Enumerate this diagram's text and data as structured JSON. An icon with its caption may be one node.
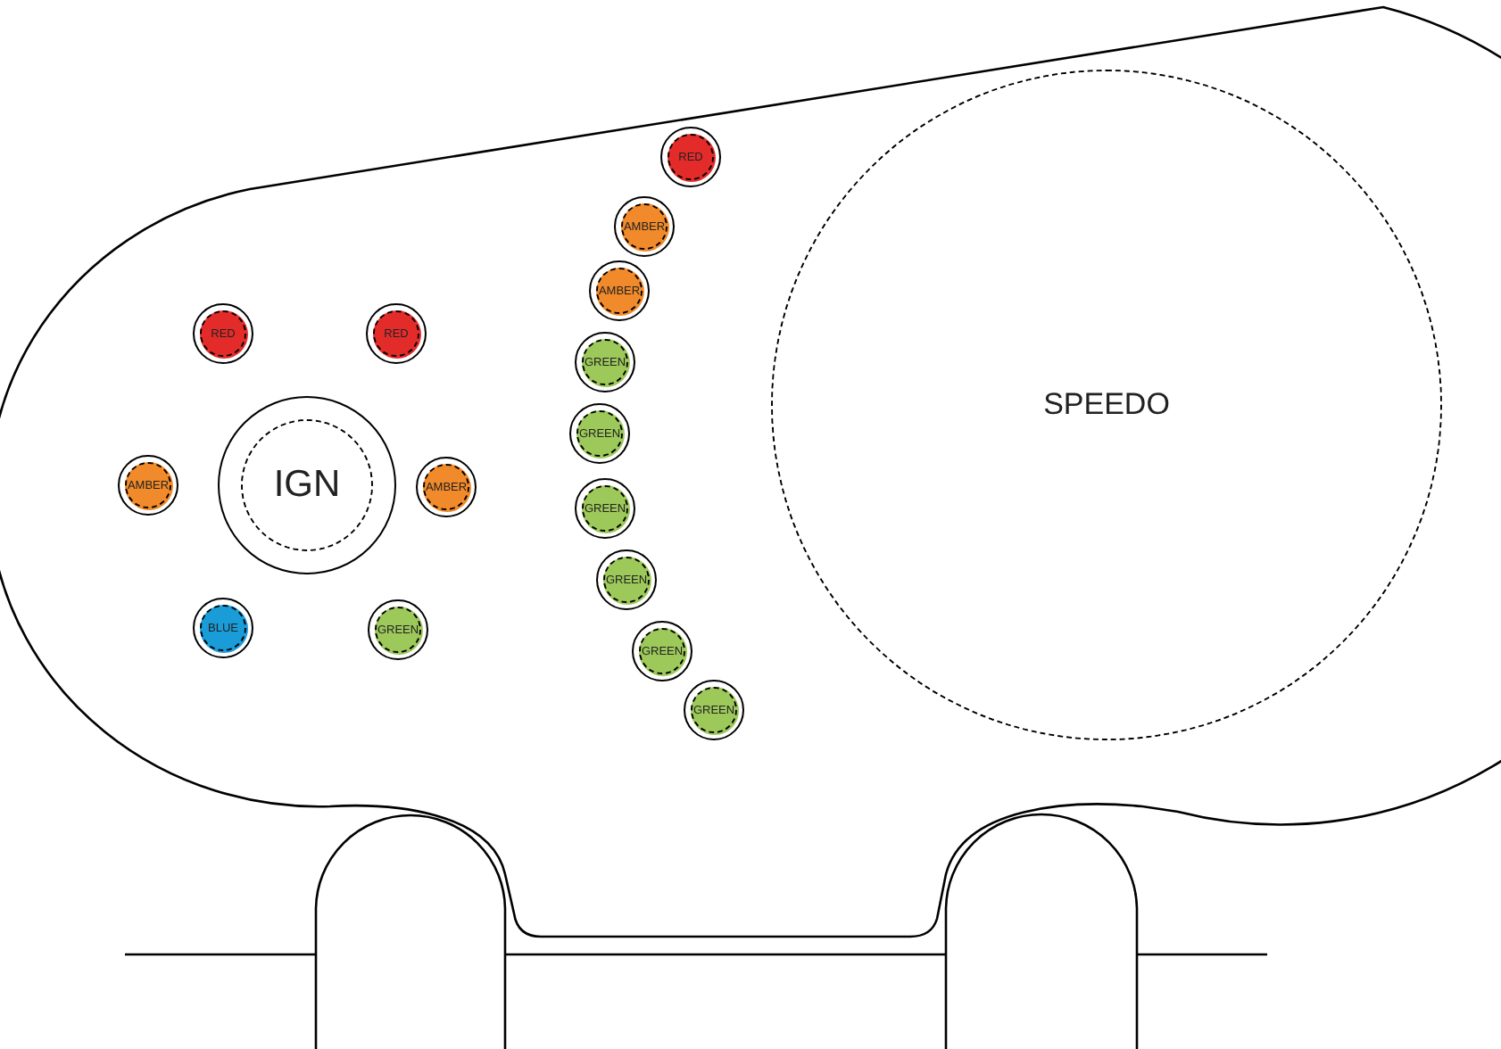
{
  "diagram": {
    "nodes": [
      {
        "text": [
          "RED"
        ]
      },
      {
        "text": [
          "RED"
        ]
      },
      {
        "text": [
          "AMBER"
        ]
      },
      {
        "text": [
          "IGN"
        ]
      },
      {
        "text": [
          "AMBER"
        ]
      },
      {
        "text": [
          "BLUE"
        ]
      },
      {
        "text": [
          "GREEN"
        ]
      },
      {
        "text": [
          "RED"
        ]
      },
      {
        "text": [
          "AMBER"
        ]
      },
      {
        "text": [
          "AMBER"
        ]
      },
      {
        "text": [
          "GREEN"
        ]
      },
      {
        "text": [
          "GREEN"
        ]
      },
      {
        "text": [
          "GREEN"
        ]
      },
      {
        "text": [
          "GREEN"
        ]
      },
      {
        "text": [
          "GREEN"
        ]
      },
      {
        "text": [
          "GREEN"
        ]
      },
      {
        "text": [
          "SPEEDO"
        ]
      }
    ]
  }
}
